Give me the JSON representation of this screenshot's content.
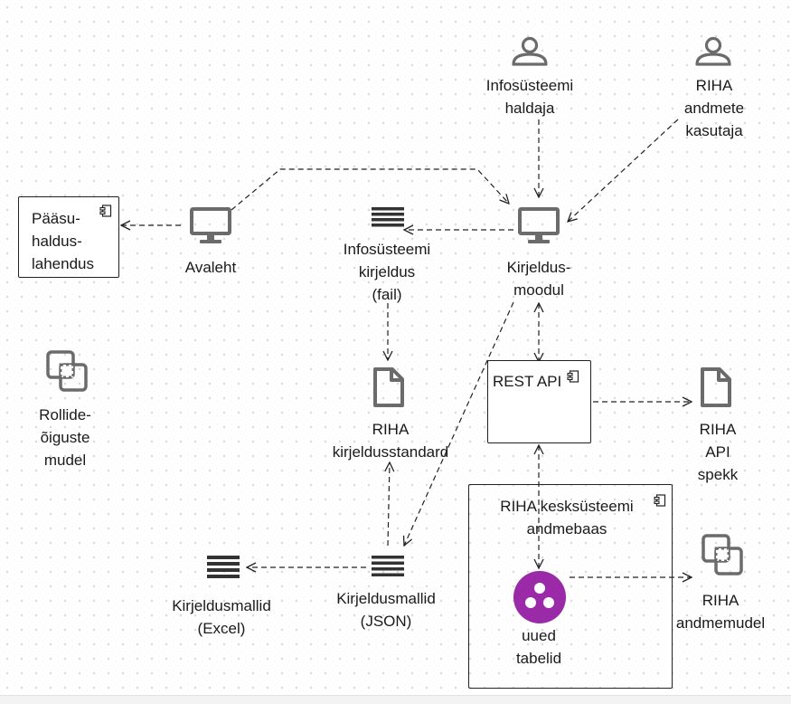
{
  "nodes": {
    "infosusteemi_haldaja": {
      "label": "Infosüsteemi\nhaldaja",
      "icon": "user-icon"
    },
    "riha_andmete_kasutaja": {
      "label": "RIHA\nandmete\nkasutaja",
      "icon": "user-icon"
    },
    "paasuhalduslahendus": {
      "label": "Pääsu-\nhaldus-\nlahendus",
      "icon": "component-icon"
    },
    "avaleht": {
      "label": "Avaleht",
      "icon": "monitor-icon"
    },
    "infosusteemi_kirjeldus": {
      "label": "Infosüsteemi\nkirjeldus\n(fail)",
      "icon": "list-icon"
    },
    "kirjeldusmoodul": {
      "label": "Kirjeldus-\nmoodul",
      "icon": "monitor-icon"
    },
    "rollide_oiguste_mudel": {
      "label": "Rollide-\nõiguste\nmudel",
      "icon": "model-icon"
    },
    "riha_kirjeldusstandard": {
      "label": "RIHA\nkirjeldusstandard",
      "icon": "document-icon"
    },
    "rest_api": {
      "label": "REST API",
      "icon": "component-icon"
    },
    "riha_api_spekk": {
      "label": "RIHA\nAPI\nspekk",
      "icon": "document-icon"
    },
    "riha_kesksusteemi_andmebaas": {
      "label": "RIHA kesksüsteemi\nandmebaas",
      "icon": "component-icon"
    },
    "uued_tabelid": {
      "label": "uued\ntabelid",
      "icon": "database-icon"
    },
    "riha_andmemudel": {
      "label": "RIHA\nandmemudel",
      "icon": "model-icon"
    },
    "kirjeldusmallid_excel": {
      "label": "Kirjeldusmallid\n(Excel)",
      "icon": "list-icon"
    },
    "kirjeldusmallid_json": {
      "label": "Kirjeldusmallid\n(JSON)",
      "icon": "list-icon"
    }
  },
  "colors": {
    "icon": "#6b6b6b",
    "database_icon": "#9b2aa8",
    "edge": "#222222"
  }
}
